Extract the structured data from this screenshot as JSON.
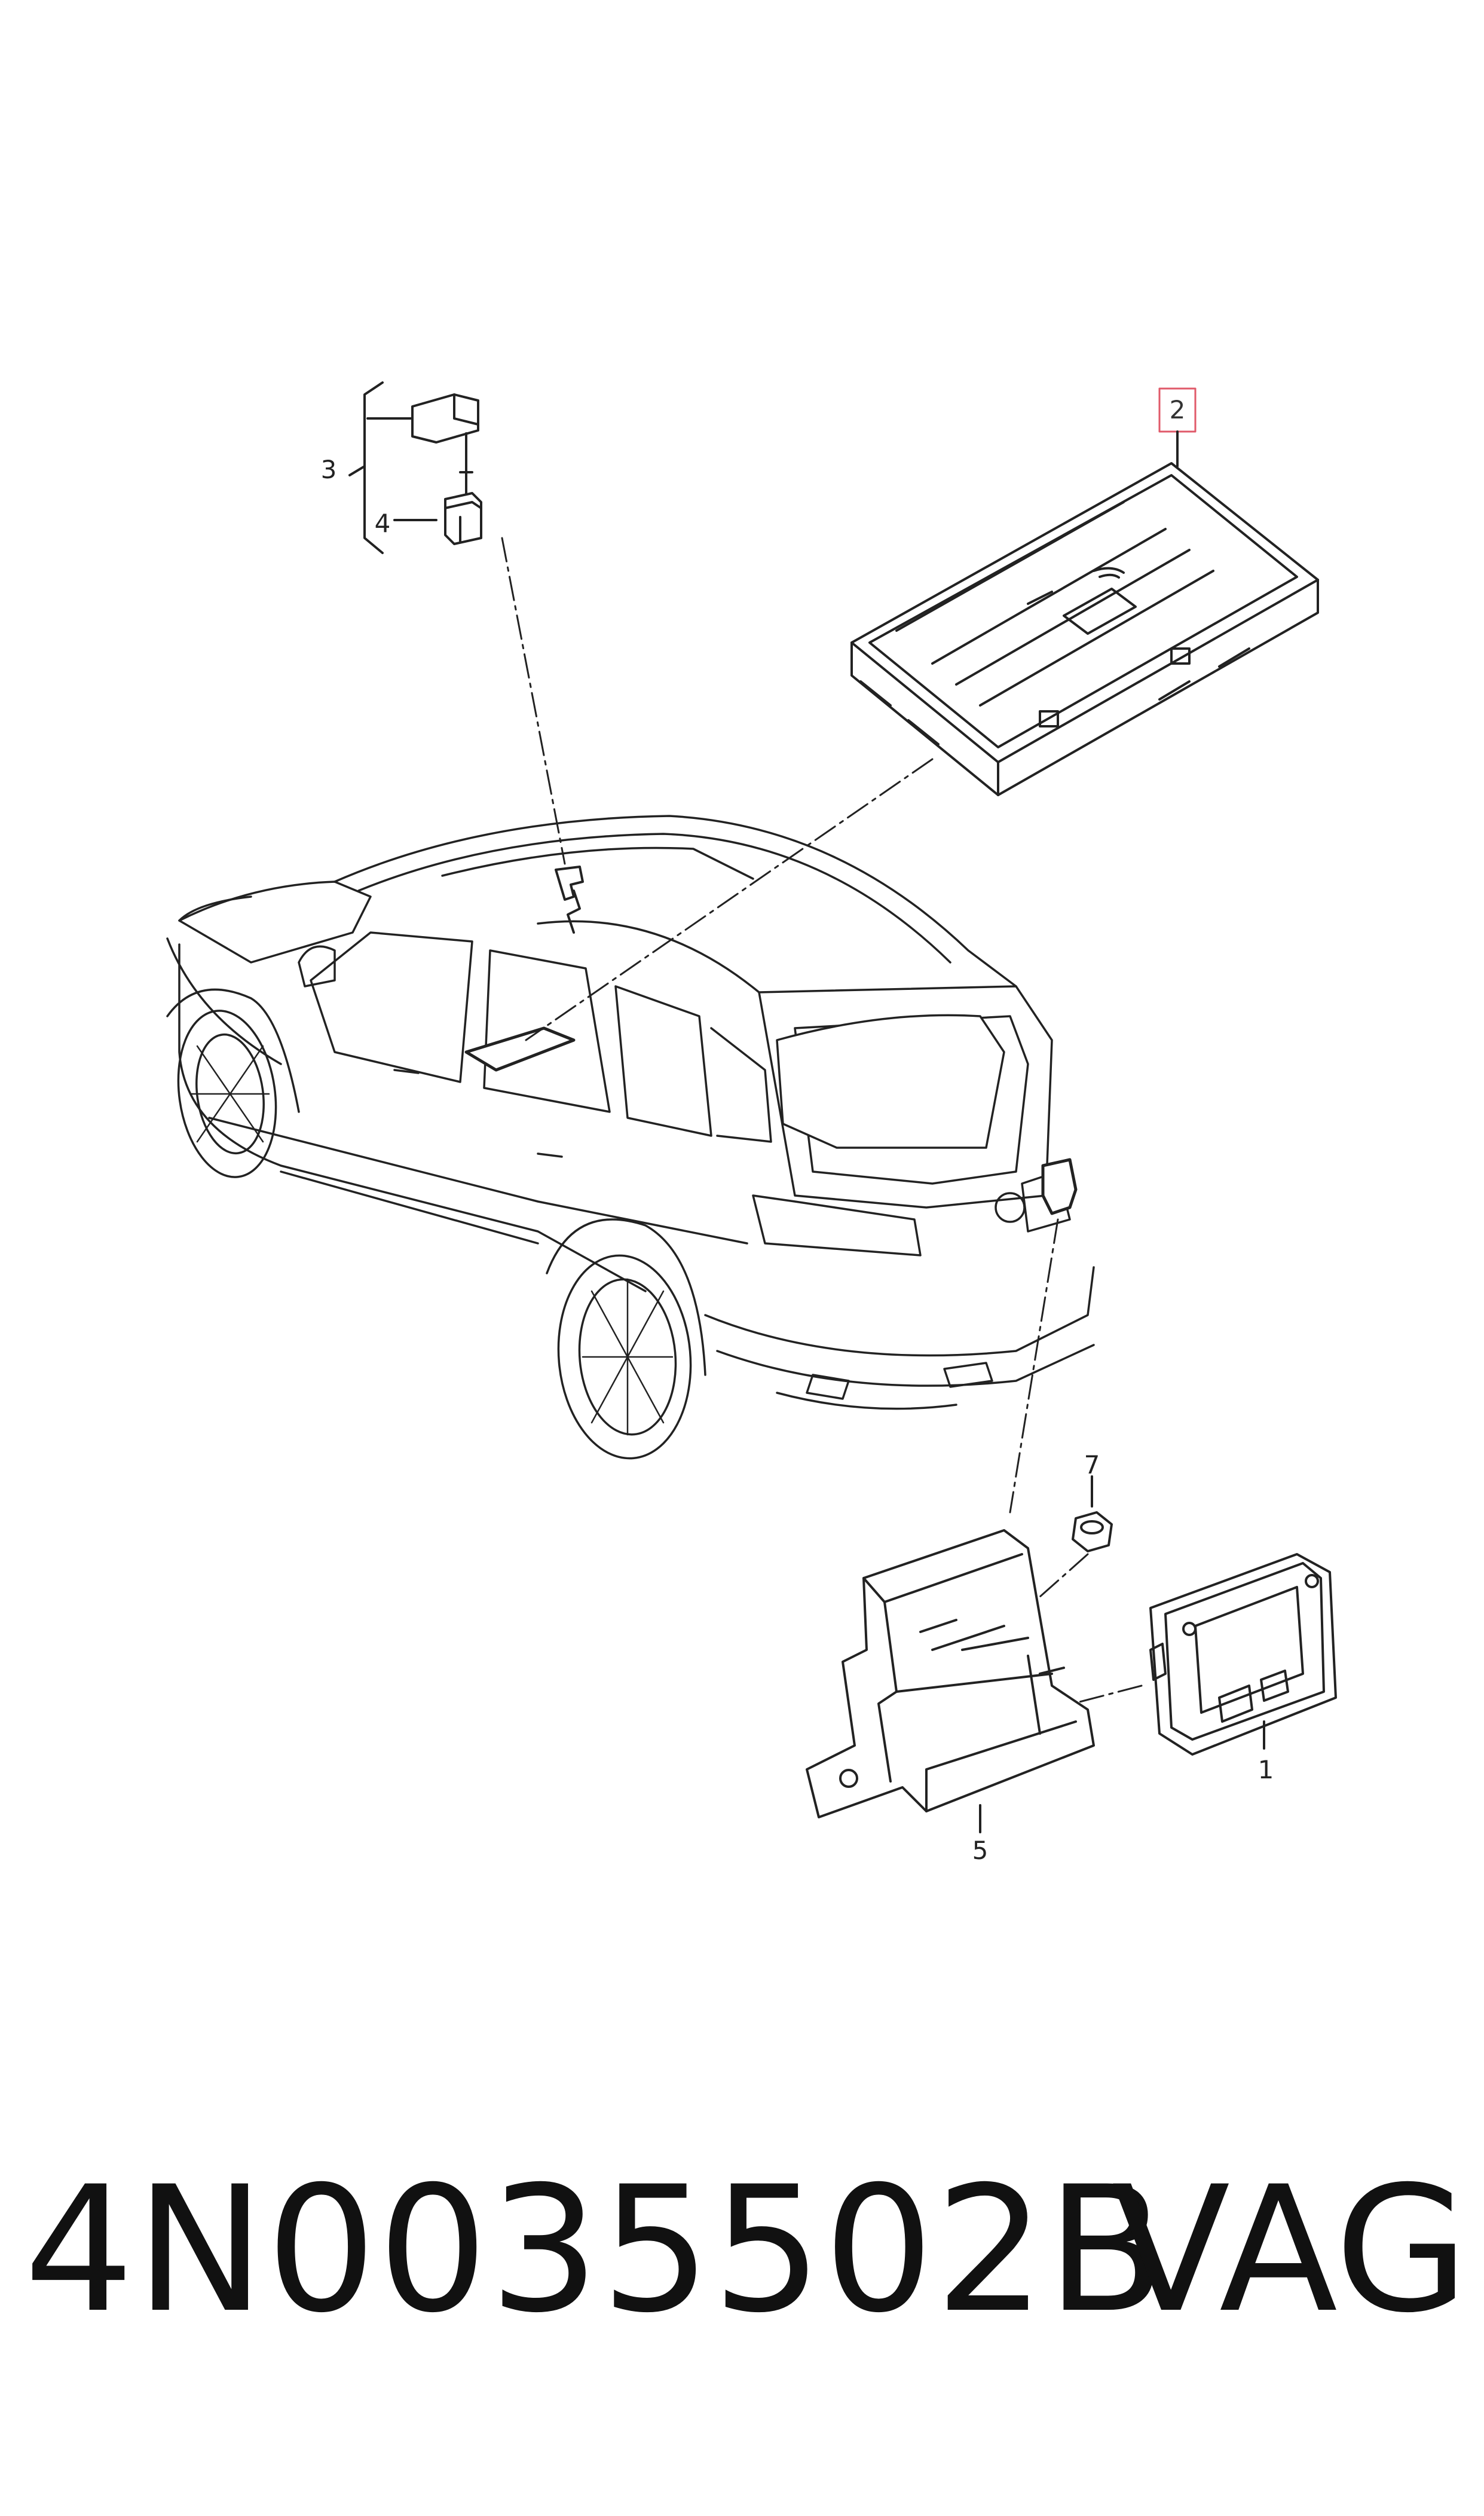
{
  "diagram": {
    "callouts": {
      "c1": "1",
      "c2": "2",
      "c3": "3",
      "c4": "4",
      "c5": "5",
      "c7": "7"
    },
    "highlight_color": "#e05a6a"
  },
  "footer": {
    "part_number": "4N0035502B",
    "brand": "VAG"
  }
}
